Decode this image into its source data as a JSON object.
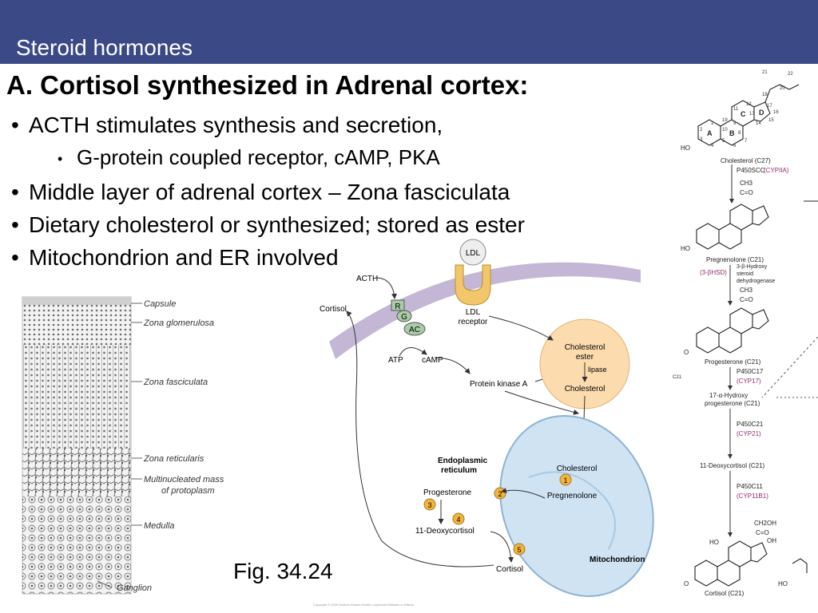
{
  "slide": {
    "title": "Steroid hormones",
    "heading": "A. Cortisol synthesized in Adrenal cortex:",
    "bullets": [
      "ACTH stimulates synthesis and secretion,",
      "G-protein coupled receptor, cAMP, PKA",
      "Middle layer of adrenal cortex – Zona fasciculata",
      "Dietary cholesterol or synthesized; stored as ester",
      "Mitochondrion and ER involved"
    ],
    "bullet_glyph": "•",
    "fig_caption": "Fig. 34.24",
    "copyright": "Copyright © 2009 Wolters Kluwer Health | Lippincott Williams & Wilkins"
  },
  "histology": {
    "labels": [
      "Capsule",
      "Zona glomerulosa",
      "Zona fasciculata",
      "Zona reticularis",
      "Multinucleated mass",
      "of protoplasm",
      "Medulla",
      "Ganglion"
    ]
  },
  "pathway": {
    "acth": "ACTH",
    "cortisol_out": "Cortisol",
    "r": "R",
    "g": "G",
    "ac": "AC",
    "ldl": "LDL",
    "ldl_receptor": [
      "LDL",
      "receptor"
    ],
    "atp": "ATP",
    "camp": "cAMP",
    "pka": "Protein kinase A",
    "ester": [
      "Cholesterol",
      "ester"
    ],
    "lipase": "lipase",
    "cholesterol": "Cholesterol",
    "er_label": [
      "Endoplasmic",
      "reticulum"
    ],
    "mito_cholesterol": "Cholesterol",
    "pregnenolone": "Pregnenolone",
    "progesterone": "Progesterone",
    "deoxycortisol": "11-Deoxycortisol",
    "cortisol": "Cortisol",
    "mitochondrion": "Mitochondrion",
    "steps": [
      "1",
      "2",
      "3",
      "4",
      "5"
    ]
  },
  "steroid": {
    "top_nums": [
      "21",
      "22",
      "20",
      "18",
      "17",
      "16",
      "15",
      "12",
      "13",
      "11",
      "14",
      "19",
      "9",
      "8",
      "1",
      "2",
      "3",
      "10",
      "4",
      "5",
      "6",
      "7"
    ],
    "rings": [
      "A",
      "B",
      "C",
      "D"
    ],
    "ho": "HO",
    "o": "O",
    "cholesterol": "Cholesterol (C27)",
    "p450scc": "P450SCC",
    "cypiia": "(CYPIIA)",
    "ch3": "CH3",
    "c_o": "C=O",
    "pregnenolone": "Pregnenolone (C21)",
    "hsd_tag": "(3-βHSD)",
    "hsd_desc": [
      "3-β-Hydroxy",
      "steroid",
      "dehydrogenase"
    ],
    "progesterone": "Progesterone (C21)",
    "c21_tag": "C21",
    "p450c17": "P450C17",
    "cyp17": "(CYP17)",
    "hydroxyprog": [
      "17-α-Hydroxy",
      "progesterone (C21)"
    ],
    "p450c21": "P450C21",
    "cyp21": "(CYP21)",
    "deoxycortisol": "11-Deoxycortisol (C21)",
    "p450c11": "P450C11",
    "cyp11b1": "(CYP11B1)",
    "ch2oh": "CH2OH",
    "oh": "OH",
    "cortisol": "Cortisol (C21)"
  },
  "colors": {
    "title_bar": "#3b4a86",
    "membrane": "#c4b7d6",
    "ldl_receptor": "#f2c76b",
    "cholesterol_droplet": "#fcdcae",
    "mitochondrion": "#cfe3f3",
    "step_badge": "#f2b43d",
    "enzyme_label": "#8e2c6e"
  }
}
